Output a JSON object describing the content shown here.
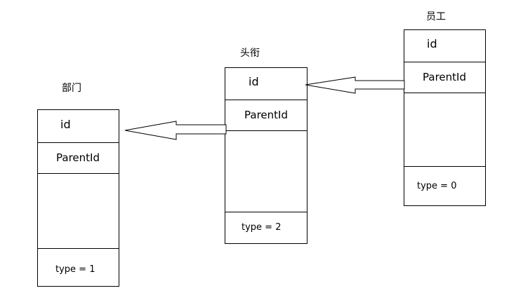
{
  "tables": {
    "dept": {
      "title": "部门",
      "id_label": "id",
      "parent_label": "ParentId",
      "type_label": "type = 1"
    },
    "title_tbl": {
      "title": "头衔",
      "id_label": "id",
      "parent_label": "ParentId",
      "type_label": "type = 2"
    },
    "emp": {
      "title": "员工",
      "id_label": "id",
      "parent_label": "ParentId",
      "type_label": "type = 0"
    }
  }
}
